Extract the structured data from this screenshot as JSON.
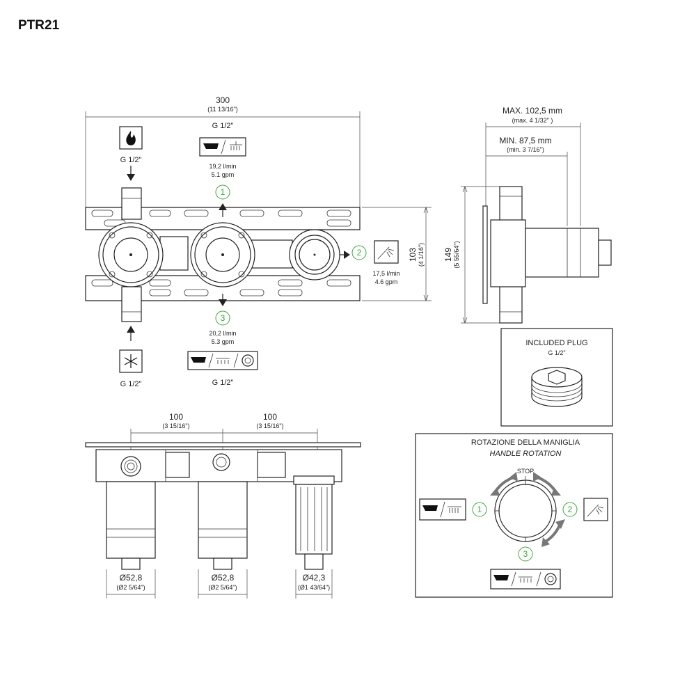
{
  "title": "PTR21",
  "front_view": {
    "width_mm": "300",
    "width_in": "(11 13/16\")",
    "top_outlet_thread": "G 1/2\"",
    "hot_inlet_thread": "G 1/2\"",
    "cold_inlet_thread": "G 1/2\"",
    "bottom_outlet_thread": "G 1/2\"",
    "outlet1_number": "1",
    "outlet1_flow_lmin": "19,2 l/min",
    "outlet1_flow_gpm": "5.1 gpm",
    "outlet2_number": "2",
    "outlet2_flow_lmin": "17,5 l/min",
    "outlet2_flow_gpm": "4.6 gpm",
    "outlet3_number": "3",
    "outlet3_flow_lmin": "20,2 l/min",
    "outlet3_flow_gpm": "5.3 gpm",
    "height_mm": "103",
    "height_in": "(4 1/16\")",
    "total_height_mm": "149",
    "total_height_in": "(5 55/64\")"
  },
  "side_view": {
    "max_depth": "MAX. 102,5 mm",
    "max_depth_in": "(max. 4 1/32\" )",
    "min_depth": "MIN. 87,5 mm",
    "min_depth_in": "(min. 3 7/16\")"
  },
  "plug_box": {
    "label": "INCLUDED PLUG",
    "thread": "G 1/2\""
  },
  "bottom_view": {
    "spacing1_mm": "100",
    "spacing1_in": "(3 15/16\")",
    "spacing2_mm": "100",
    "spacing2_in": "(3 15/16\")",
    "dia1": "Ø52,8",
    "dia1_in": "(Ø2 5/64\")",
    "dia2": "Ø52,8",
    "dia2_in": "(Ø2 5/64\")",
    "dia3": "Ø42,3",
    "dia3_in": "(Ø1 43/64\")"
  },
  "rotation_box": {
    "title_it": "ROTAZIONE DELLA MANIGLIA",
    "title_en": "HANDLE ROTATION",
    "stop_label": "STOP",
    "pos1": "1",
    "pos2": "2",
    "pos3": "3"
  },
  "colors": {
    "accent_green": "#3aa83a",
    "line": "#222222"
  }
}
